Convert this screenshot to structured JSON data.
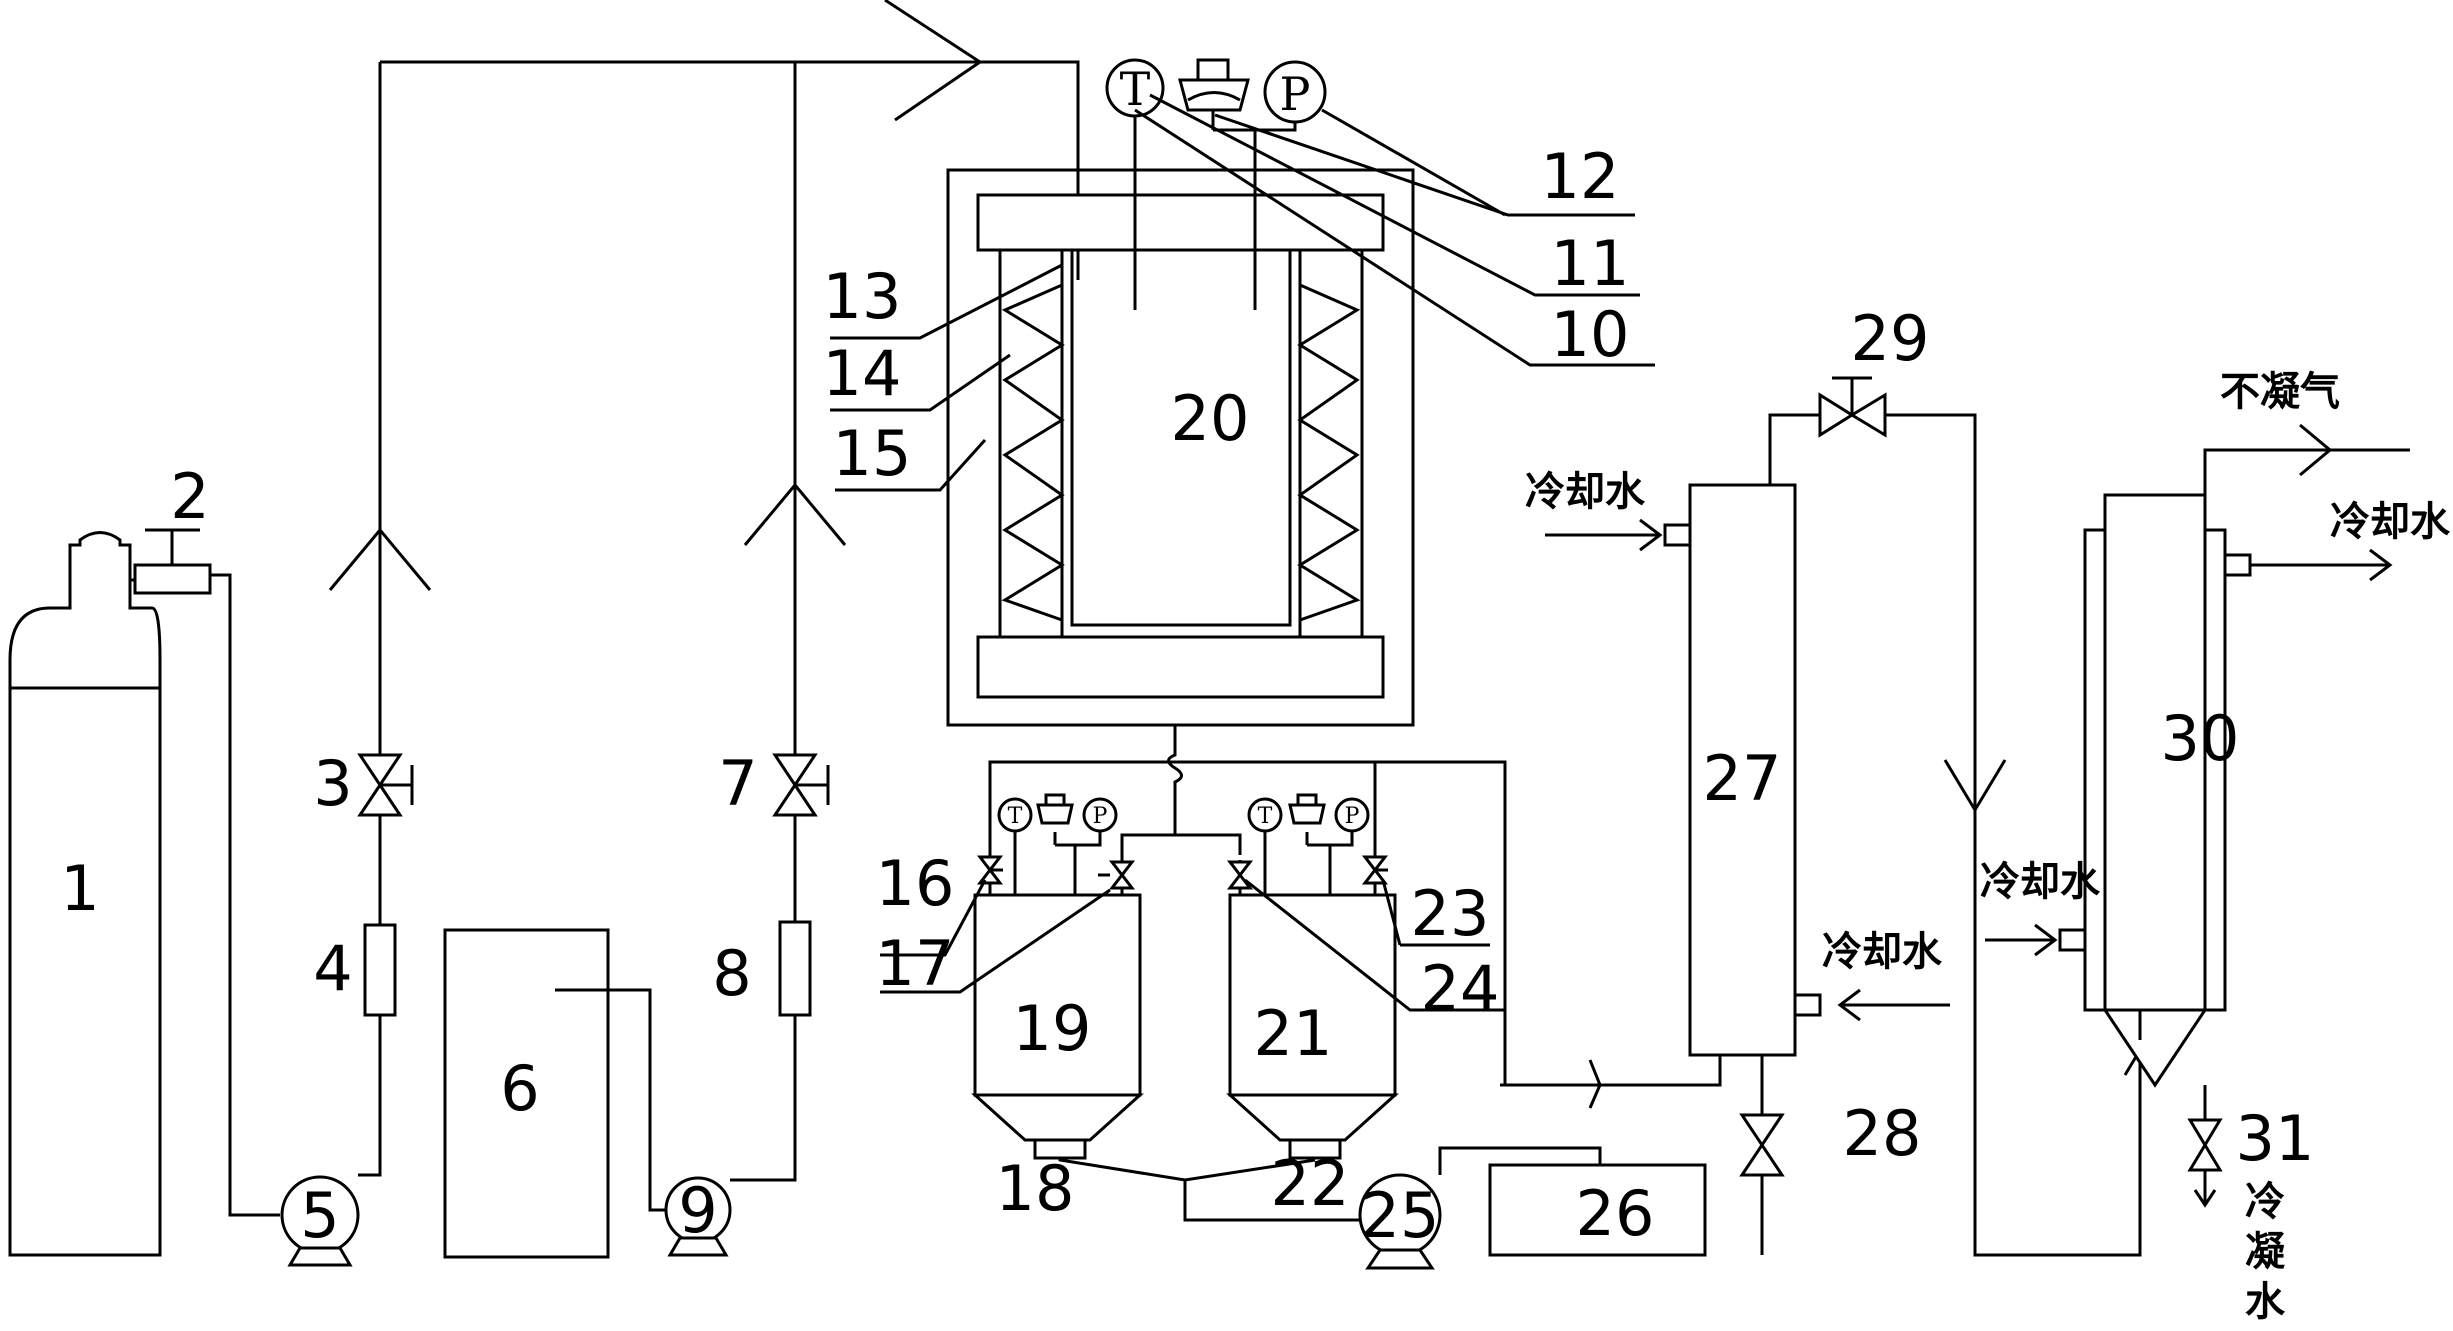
{
  "labels": {
    "n1": "1",
    "n2": "2",
    "n3": "3",
    "n4": "4",
    "n5": "5",
    "n6": "6",
    "n7": "7",
    "n8": "8",
    "n9": "9",
    "n10": "10",
    "n11": "11",
    "n12": "12",
    "n13": "13",
    "n14": "14",
    "n15": "15",
    "n16": "16",
    "n17": "17",
    "n18": "18",
    "n19": "19",
    "n20": "20",
    "n21": "21",
    "n22": "22",
    "n23": "23",
    "n24": "24",
    "n25": "25",
    "n26": "26",
    "n27": "27",
    "n28": "28",
    "n29": "29",
    "n30": "30",
    "n31": "31"
  },
  "gauges": {
    "temperature": "T",
    "pressure": "P"
  },
  "text": {
    "noncondensable_gas": "不凝气",
    "cooling_water": "冷却水",
    "condensate_1": "冷",
    "condensate_2": "凝",
    "condensate_3": "水"
  }
}
